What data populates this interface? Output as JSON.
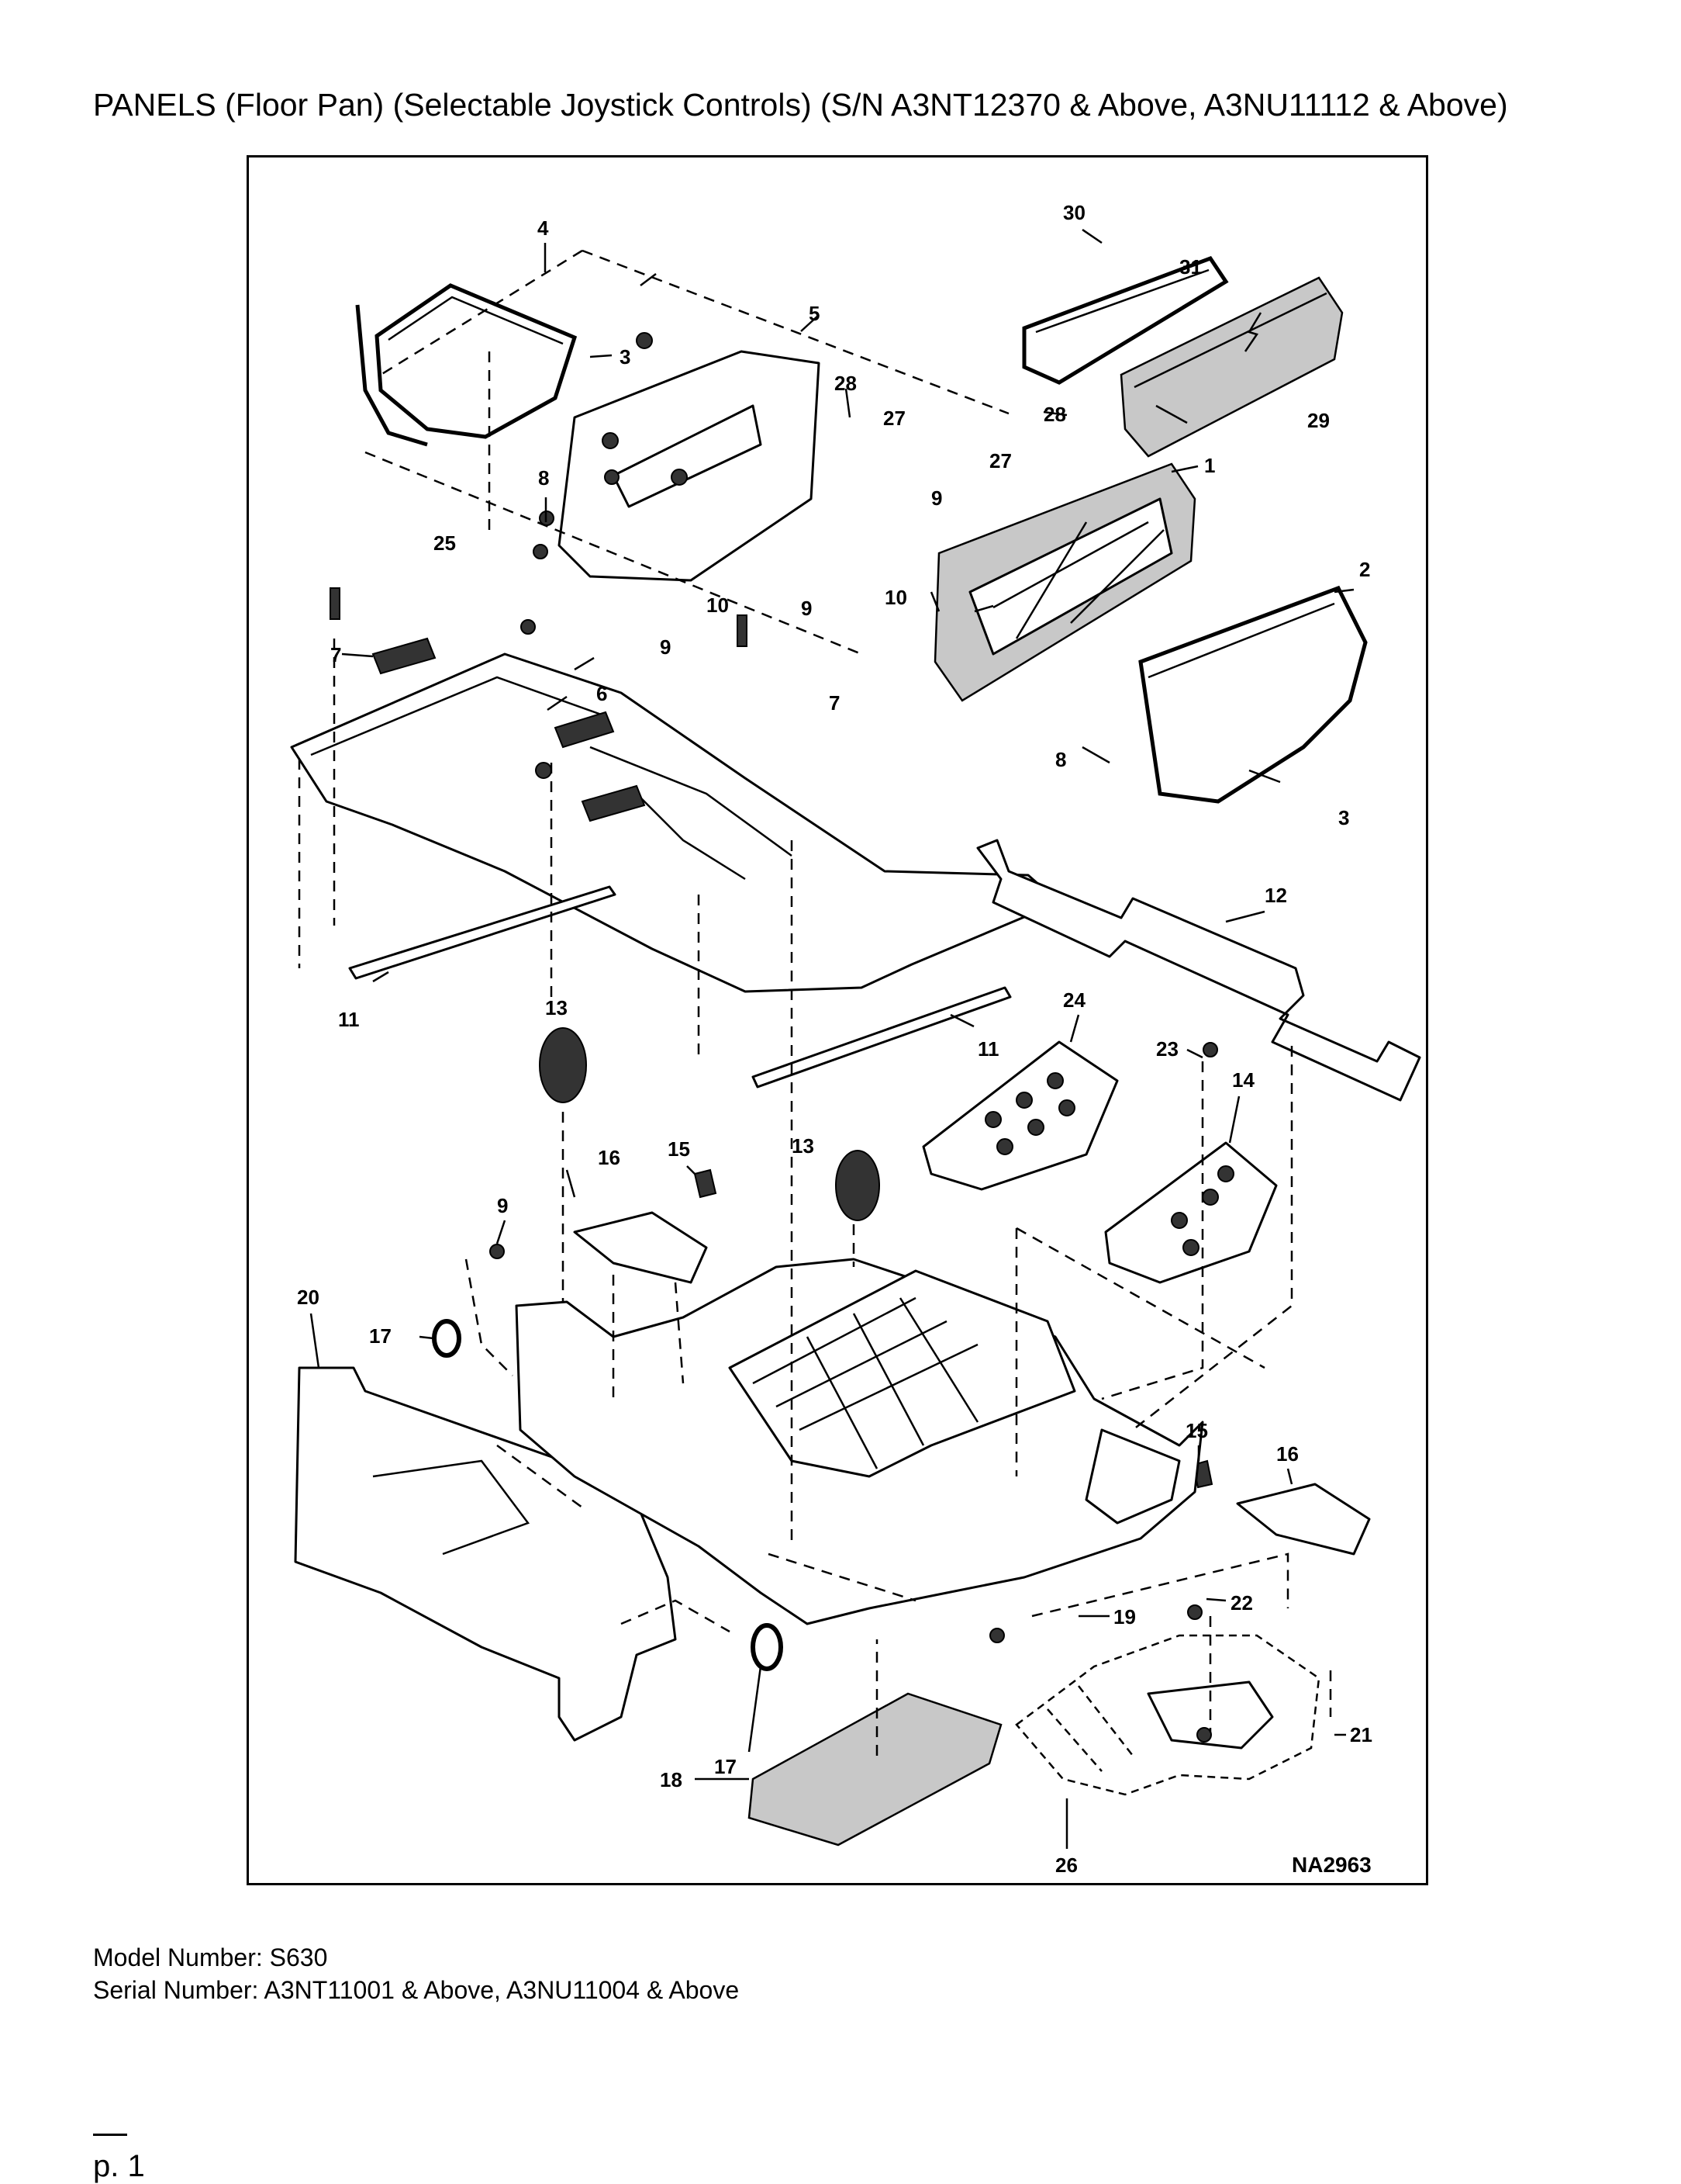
{
  "title": "PANELS (Floor Pan) (Selectable Joystick Controls) (S/N A3NT12370 & Above, A3NU11112 & Above)",
  "diagram": {
    "drawing_code": "NA2963",
    "callouts": [
      "4",
      "30",
      "31",
      "5",
      "3",
      "28",
      "27",
      "29",
      "28",
      "27",
      "1",
      "8",
      "9",
      "25",
      "10",
      "9",
      "10",
      "2",
      "7",
      "9",
      "6",
      "7",
      "8",
      "3",
      "12",
      "11",
      "13",
      "24",
      "11",
      "23",
      "14",
      "15",
      "13",
      "16",
      "9",
      "20",
      "17",
      "15",
      "16",
      "19",
      "22",
      "17",
      "21",
      "18",
      "26"
    ]
  },
  "footer": {
    "model": "Model Number: S630",
    "serial": "Serial Number: A3NT11001 & Above, A3NU11004 & Above"
  },
  "page": "p. 1"
}
